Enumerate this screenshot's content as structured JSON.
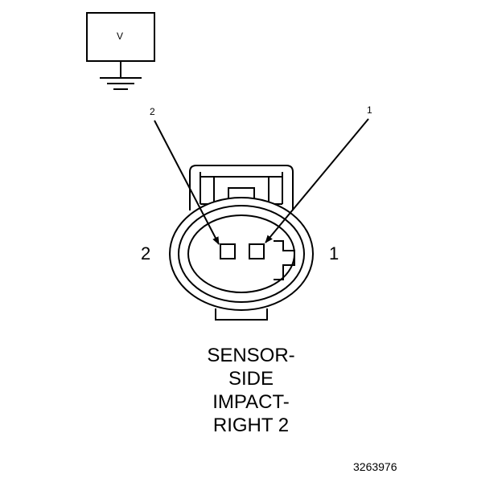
{
  "meter": {
    "label": "V"
  },
  "pins": {
    "left_large": "2",
    "right_large": "1",
    "callout_left": "2",
    "callout_right": "1"
  },
  "caption": [
    "SENSOR-",
    "SIDE",
    "IMPACT-",
    "RIGHT 2"
  ],
  "figure_id": "3263976"
}
